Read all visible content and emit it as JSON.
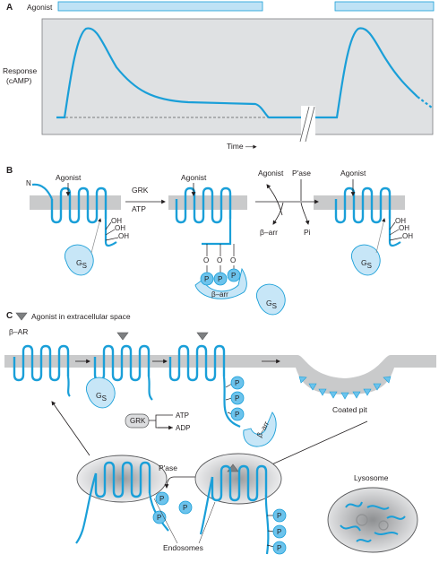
{
  "panels": {
    "a": "A",
    "b": "B",
    "c": "C"
  },
  "panel_a": {
    "agonist_label": "Agonist",
    "response_line1": "Response",
    "response_line2": "(cAMP)",
    "time_label": "Time —▸"
  },
  "panel_b": {
    "n_label": "N",
    "agonist_1": "Agonist",
    "agonist_2": "Agonist",
    "agonist_3": "Agonist",
    "agonist_4": "Agonist",
    "grk": "GRK",
    "atp": "ATP",
    "pase": "P'ase",
    "beta_arr": "β–arr",
    "pi": "Pi",
    "oh": "OH",
    "o": "O",
    "p": "P",
    "gs_main": "G",
    "gs_sub": "S",
    "arr_label": "β–arr"
  },
  "panel_c": {
    "legend": "Agonist in extracellular space",
    "beta_ar": "β–AR",
    "grk": "GRK",
    "atp": "ATP",
    "adp": "ADP",
    "coated_pit": "Coated pit",
    "pase": "P'ase",
    "endosomes": "Endosomes",
    "lysosome": "Lysosome",
    "p": "P",
    "gs_main": "G",
    "gs_sub": "S",
    "arr_label": "β–arr"
  },
  "colors": {
    "line_blue": "#1a9fd8",
    "light_blue": "#c7e6f7",
    "bar_blue": "#bfe2f5",
    "membrane": "#c9cacb",
    "chart_bg": "#dfe1e3"
  }
}
